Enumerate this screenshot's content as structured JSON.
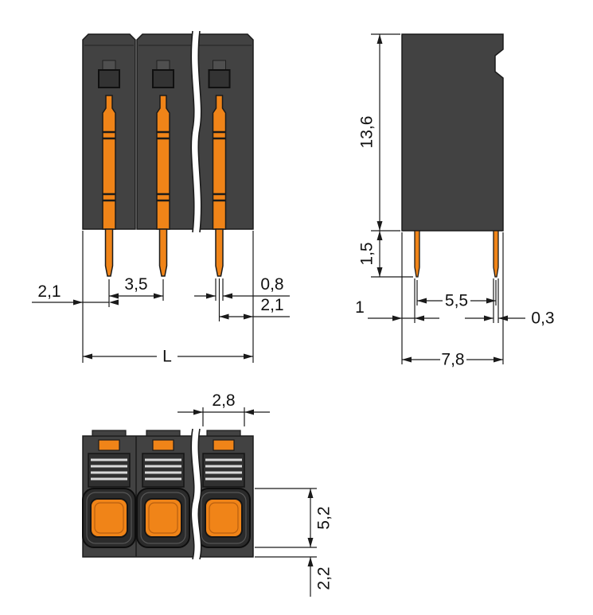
{
  "drawing": {
    "title": "PCB terminal block dimension drawing",
    "views": {
      "front": "front-view",
      "side": "side-view",
      "top": "top-view"
    }
  },
  "dims": {
    "front": {
      "left_offset": "2,1",
      "pitch": "3,5",
      "pin_width": "0,8",
      "right_offset": "2,1",
      "length": "L"
    },
    "side": {
      "height": "13,6",
      "pin_length": "1,5",
      "left_edge_to_pin": "1",
      "pin_spacing": "5,5",
      "pin_thickness": "0,3",
      "depth": "7,8"
    },
    "top": {
      "pusher_width": "2,8",
      "actuation_depth": "5,2",
      "bottom_offset": "2,2"
    }
  },
  "colors": {
    "housing": "#424242",
    "accent_orange": "#F08418",
    "line": "#1A1A1A",
    "background": "#FFFFFF"
  }
}
